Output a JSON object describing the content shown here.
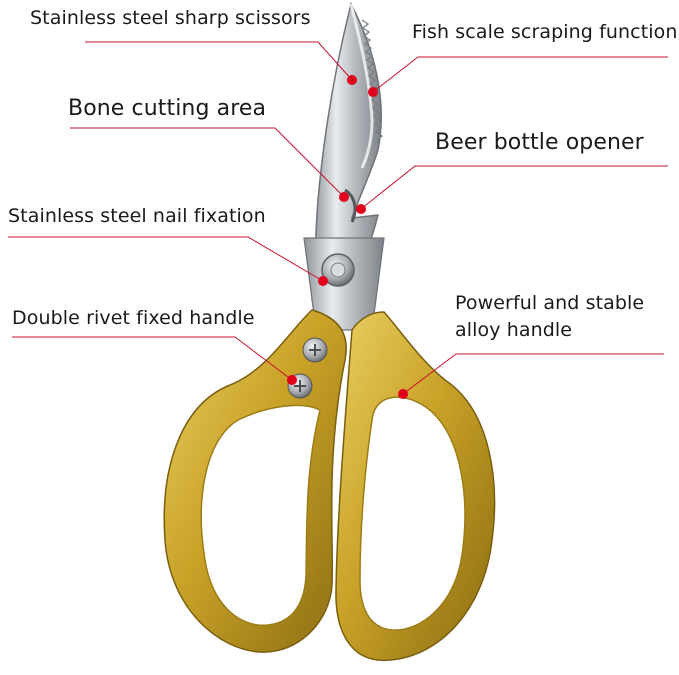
{
  "labels": {
    "sharp_scissors": "Stainless steel sharp scissors",
    "fish_scale": "Fish scale scraping function",
    "bone_cutting": "Bone cutting area",
    "bottle_opener": "Beer bottle opener",
    "nail_fixation": "Stainless steel nail fixation",
    "double_rivet": "Double rivet fixed handle",
    "alloy_handle": "Powerful and stable alloy handle"
  },
  "colors": {
    "leader_line": "#c8102e",
    "marker_dot": "#e0001b",
    "handle_gold": "#c9a227",
    "blade_steel": "#c4c8cc"
  }
}
